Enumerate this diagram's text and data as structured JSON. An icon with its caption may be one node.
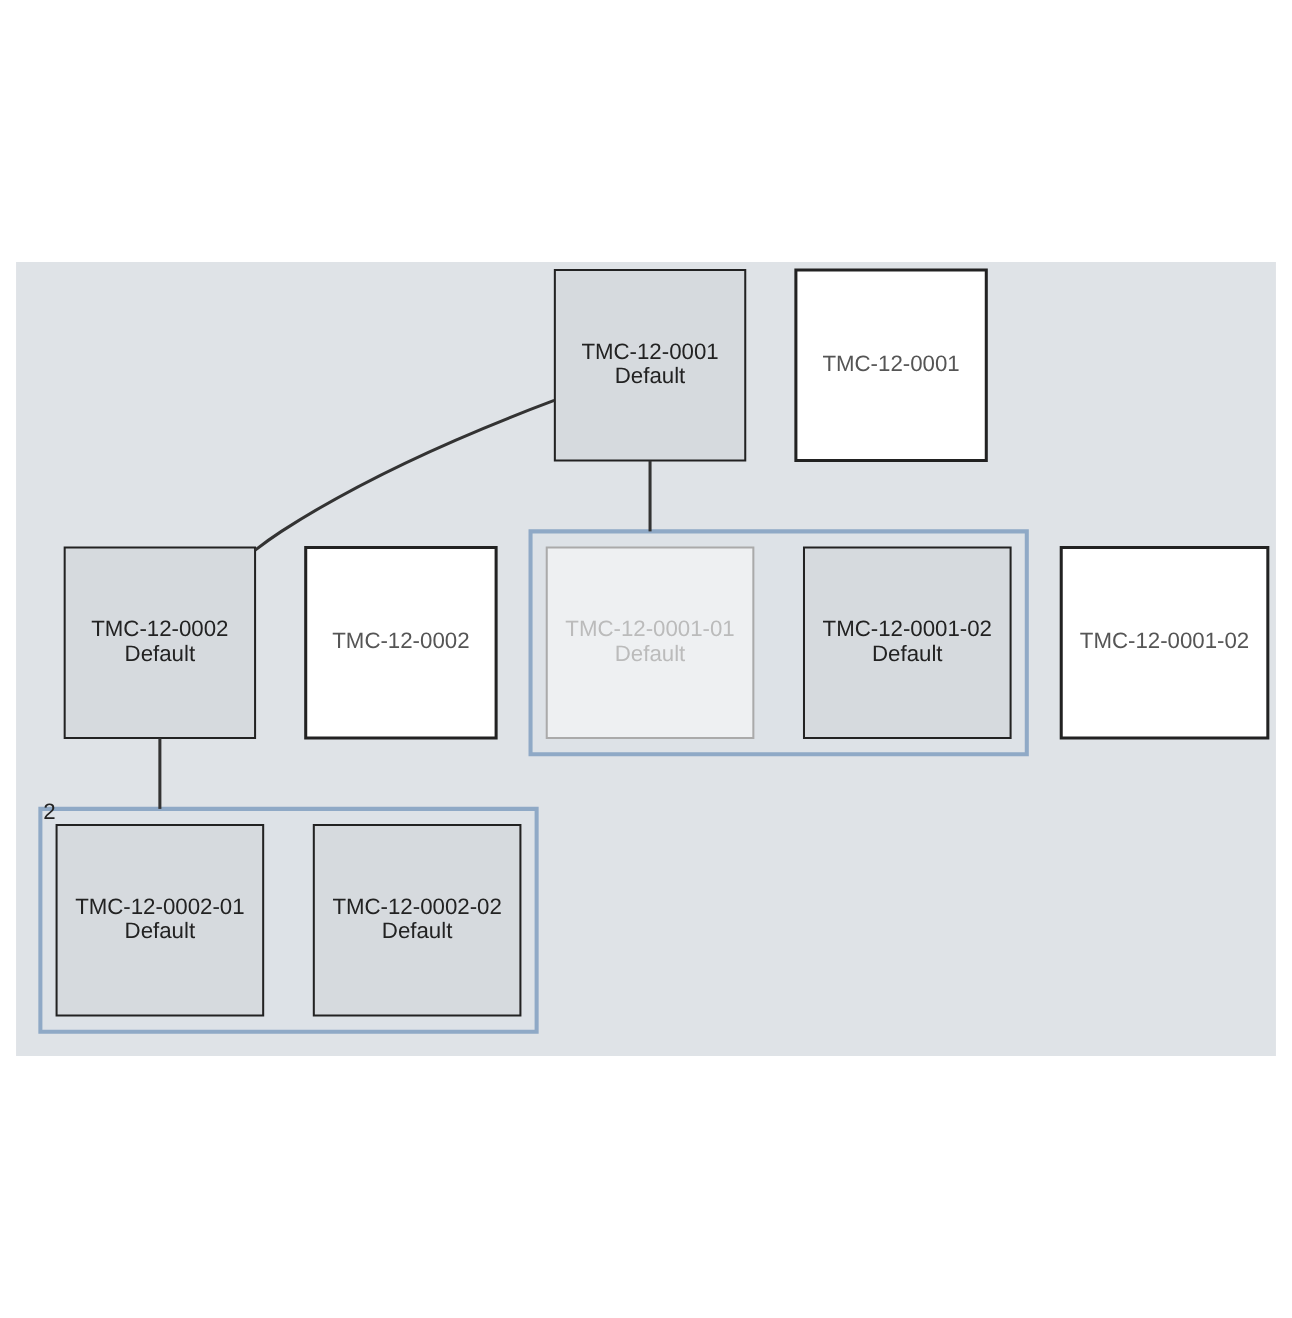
{
  "diagram": {
    "nodes": [
      {
        "text": [
          "TMC-12-0001",
          "Default"
        ]
      },
      {
        "text": [
          "TMC-12-0001"
        ]
      },
      {
        "text": [
          "TMC-12-0002",
          "Default"
        ]
      },
      {
        "text": [
          "TMC-12-0002"
        ]
      },
      {
        "text": [],
        "shape": "box"
      },
      {
        "text": [
          "TMC-12-0001-01",
          "Default"
        ],
        "in": 4
      },
      {
        "text": [
          "TMC-12-0001-02",
          "Default"
        ],
        "in": 4
      },
      {
        "text": [
          "TMC-12-0001-02"
        ]
      },
      {
        "text": [],
        "shape": "box"
      },
      {
        "text": [
          "TMC-12-0002-01",
          "Default"
        ],
        "in": 8,
        "beside": [
          "2"
        ]
      },
      {
        "text": [
          "TMC-12-0002-02",
          "Default"
        ],
        "in": 8
      }
    ],
    "edges": [
      {
        "from": 0,
        "to": 2,
        "arrow": "none"
      },
      {
        "from": 0,
        "to": 4,
        "arrow": "none"
      },
      {
        "from": 2,
        "to": 8,
        "arrow": "none"
      }
    ]
  }
}
